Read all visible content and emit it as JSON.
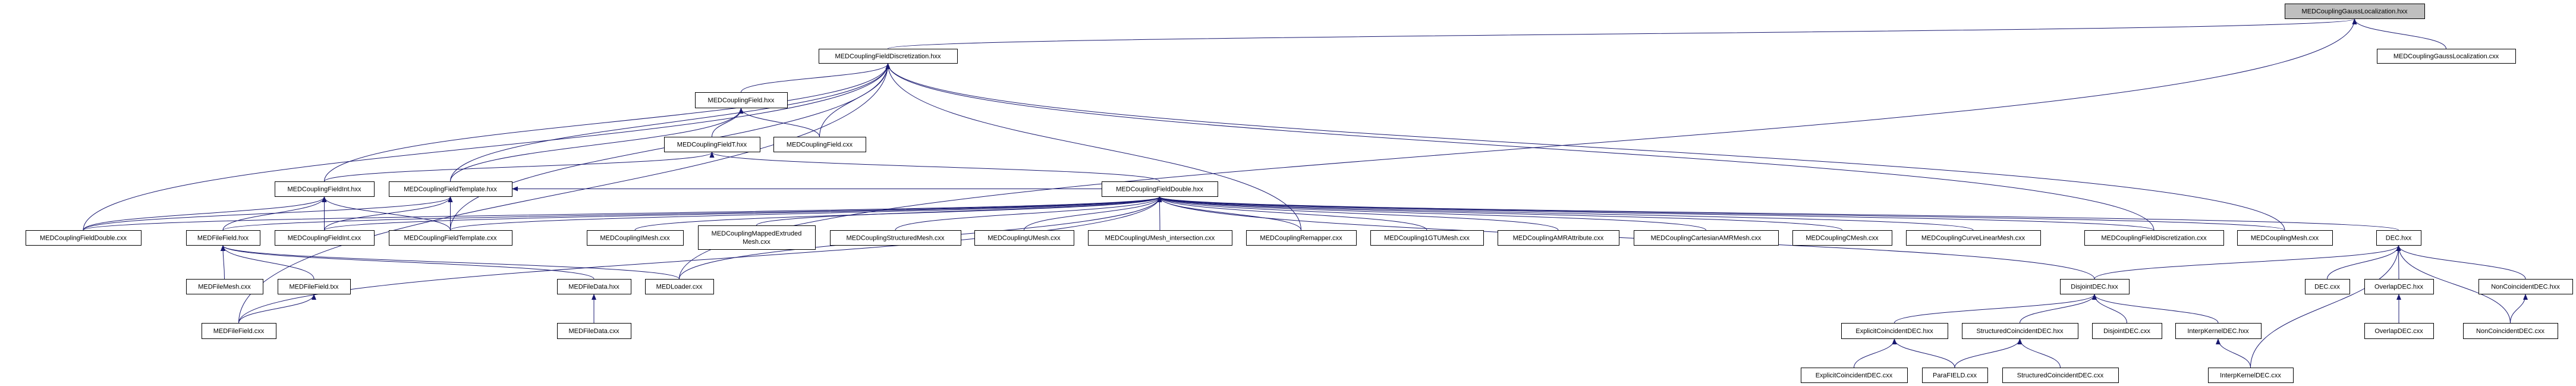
{
  "colors": {
    "edge": "#191970",
    "root_fill": "#bfbfbf",
    "node_fill": "#ffffff"
  },
  "nodes": {
    "gl_hxx": {
      "label": "MEDCouplingGaussLocalization.hxx"
    },
    "gl_cxx": {
      "label": "MEDCouplingGaussLocalization.cxx"
    },
    "fd_hxx": {
      "label": "MEDCouplingFieldDiscretization.hxx"
    },
    "f_hxx": {
      "label": "MEDCouplingField.hxx"
    },
    "ft_hxx": {
      "label": "MEDCouplingFieldT.hxx"
    },
    "f_cxx": {
      "label": "MEDCouplingField.cxx"
    },
    "fi_hxx": {
      "label": "MEDCouplingFieldInt.hxx"
    },
    "ftm_hxx": {
      "label": "MEDCouplingFieldTemplate.hxx"
    },
    "fdb_hxx": {
      "label": "MEDCouplingFieldDouble.hxx"
    },
    "fdb_cxx": {
      "label": "MEDCouplingFieldDouble.cxx"
    },
    "mff_hxx": {
      "label": "MEDFileField.hxx"
    },
    "fi_cxx": {
      "label": "MEDCouplingFieldInt.cxx"
    },
    "ftm_cxx": {
      "label": "MEDCouplingFieldTemplate.cxx"
    },
    "imesh": {
      "label": "MEDCouplingIMesh.cxx"
    },
    "mapped": {
      "label": "MEDCouplingMappedExtruded",
      "label2": "Mesh.cxx"
    },
    "structmesh": {
      "label": "MEDCouplingStructuredMesh.cxx"
    },
    "umesh": {
      "label": "MEDCouplingUMesh.cxx"
    },
    "umesh_int": {
      "label": "MEDCouplingUMesh_intersection.cxx"
    },
    "remapper": {
      "label": "MEDCouplingRemapper.cxx"
    },
    "gtu": {
      "label": "MEDCoupling1GTUMesh.cxx"
    },
    "amr": {
      "label": "MEDCouplingAMRAttribute.cxx"
    },
    "cart": {
      "label": "MEDCouplingCartesianAMRMesh.cxx"
    },
    "cmesh": {
      "label": "MEDCouplingCMesh.cxx"
    },
    "curve": {
      "label": "MEDCouplingCurveLinearMesh.cxx"
    },
    "fd_cxx": {
      "label": "MEDCouplingFieldDiscretization.cxx"
    },
    "mesh_cxx": {
      "label": "MEDCouplingMesh.cxx"
    },
    "dec_hxx": {
      "label": "DEC.hxx"
    },
    "mfm_cxx": {
      "label": "MEDFileMesh.cxx"
    },
    "mff_txx": {
      "label": "MEDFileField.txx"
    },
    "mfd_hxx": {
      "label": "MEDFileData.hxx"
    },
    "loader": {
      "label": "MEDLoader.cxx"
    },
    "disj_hxx": {
      "label": "DisjointDEC.hxx"
    },
    "dec_cxx": {
      "label": "DEC.cxx"
    },
    "ov_hxx": {
      "label": "OverlapDEC.hxx"
    },
    "nc_hxx": {
      "label": "NonCoincidentDEC.hxx"
    },
    "mff_cxx": {
      "label": "MEDFileField.cxx"
    },
    "mfd_cxx": {
      "label": "MEDFileData.cxx"
    },
    "ecd_hxx": {
      "label": "ExplicitCoincidentDEC.hxx"
    },
    "scd_hxx": {
      "label": "StructuredCoincidentDEC.hxx"
    },
    "disj_cxx": {
      "label": "DisjointDEC.cxx"
    },
    "ikd_hxx": {
      "label": "InterpKernelDEC.hxx"
    },
    "ov_cxx": {
      "label": "OverlapDEC.cxx"
    },
    "nc_cxx": {
      "label": "NonCoincidentDEC.cxx"
    },
    "ecd_cxx": {
      "label": "ExplicitCoincidentDEC.cxx"
    },
    "para": {
      "label": "ParaFIELD.cxx"
    },
    "scd_cxx": {
      "label": "StructuredCoincidentDEC.cxx"
    },
    "ikd_cxx": {
      "label": "InterpKernelDEC.cxx"
    }
  },
  "root": "gl_hxx",
  "edges": [
    [
      "fd_hxx",
      "gl_hxx"
    ],
    [
      "gl_cxx",
      "gl_hxx"
    ],
    [
      "loader",
      "gl_hxx"
    ],
    [
      "f_hxx",
      "fd_hxx"
    ],
    [
      "f_cxx",
      "fd_hxx"
    ],
    [
      "fdb_cxx",
      "fd_hxx"
    ],
    [
      "ftm_hxx",
      "fd_hxx"
    ],
    [
      "ftm_cxx",
      "fd_hxx"
    ],
    [
      "remapper",
      "fd_hxx"
    ],
    [
      "fd_cxx",
      "fd_hxx"
    ],
    [
      "mesh_cxx",
      "fd_hxx"
    ],
    [
      "mff_cxx",
      "fd_hxx"
    ],
    [
      "fi_hxx",
      "fd_hxx"
    ],
    [
      "ft_hxx",
      "f_hxx"
    ],
    [
      "f_cxx",
      "f_hxx"
    ],
    [
      "ftm_hxx",
      "f_hxx"
    ],
    [
      "fdb_hxx",
      "ft_hxx"
    ],
    [
      "fi_hxx",
      "ft_hxx"
    ],
    [
      "fdb_hxx",
      "ftm_hxx"
    ],
    [
      "fdb_cxx",
      "fi_hxx"
    ],
    [
      "mff_hxx",
      "fi_hxx"
    ],
    [
      "fi_cxx",
      "fi_hxx"
    ],
    [
      "ftm_cxx",
      "fi_hxx"
    ],
    [
      "fdb_cxx",
      "ftm_hxx"
    ],
    [
      "fi_cxx",
      "ftm_hxx"
    ],
    [
      "ftm_cxx",
      "ftm_hxx"
    ],
    [
      "fdb_cxx",
      "fdb_hxx"
    ],
    [
      "fi_cxx",
      "fdb_hxx"
    ],
    [
      "ftm_cxx",
      "fdb_hxx"
    ],
    [
      "imesh",
      "fdb_hxx"
    ],
    [
      "mapped",
      "fdb_hxx"
    ],
    [
      "structmesh",
      "fdb_hxx"
    ],
    [
      "umesh",
      "fdb_hxx"
    ],
    [
      "umesh_int",
      "fdb_hxx"
    ],
    [
      "remapper",
      "fdb_hxx"
    ],
    [
      "gtu",
      "fdb_hxx"
    ],
    [
      "amr",
      "fdb_hxx"
    ],
    [
      "cart",
      "fdb_hxx"
    ],
    [
      "cmesh",
      "fdb_hxx"
    ],
    [
      "curve",
      "fdb_hxx"
    ],
    [
      "fd_cxx",
      "fdb_hxx"
    ],
    [
      "mesh_cxx",
      "fdb_hxx"
    ],
    [
      "dec_hxx",
      "fdb_hxx"
    ],
    [
      "mff_hxx",
      "fdb_hxx"
    ],
    [
      "disj_hxx",
      "fdb_hxx"
    ],
    [
      "loader",
      "fdb_hxx"
    ],
    [
      "mff_cxx",
      "fdb_hxx"
    ],
    [
      "mfm_cxx",
      "mff_hxx"
    ],
    [
      "mff_txx",
      "mff_hxx"
    ],
    [
      "mfd_hxx",
      "mff_hxx"
    ],
    [
      "loader",
      "mff_hxx"
    ],
    [
      "mff_cxx",
      "mff_txx"
    ],
    [
      "mfd_cxx",
      "mfd_hxx"
    ],
    [
      "disj_hxx",
      "dec_hxx"
    ],
    [
      "dec_cxx",
      "dec_hxx"
    ],
    [
      "ov_hxx",
      "dec_hxx"
    ],
    [
      "nc_hxx",
      "dec_hxx"
    ],
    [
      "nc_cxx",
      "dec_hxx"
    ],
    [
      "ikd_cxx",
      "dec_hxx"
    ],
    [
      "ecd_hxx",
      "disj_hxx"
    ],
    [
      "scd_hxx",
      "disj_hxx"
    ],
    [
      "disj_cxx",
      "disj_hxx"
    ],
    [
      "ikd_hxx",
      "disj_hxx"
    ],
    [
      "ecd_cxx",
      "ecd_hxx"
    ],
    [
      "para",
      "ecd_hxx"
    ],
    [
      "para",
      "scd_hxx"
    ],
    [
      "scd_cxx",
      "scd_hxx"
    ],
    [
      "ikd_cxx",
      "ikd_hxx"
    ],
    [
      "ov_cxx",
      "ov_hxx"
    ],
    [
      "nc_cxx",
      "nc_hxx"
    ]
  ]
}
